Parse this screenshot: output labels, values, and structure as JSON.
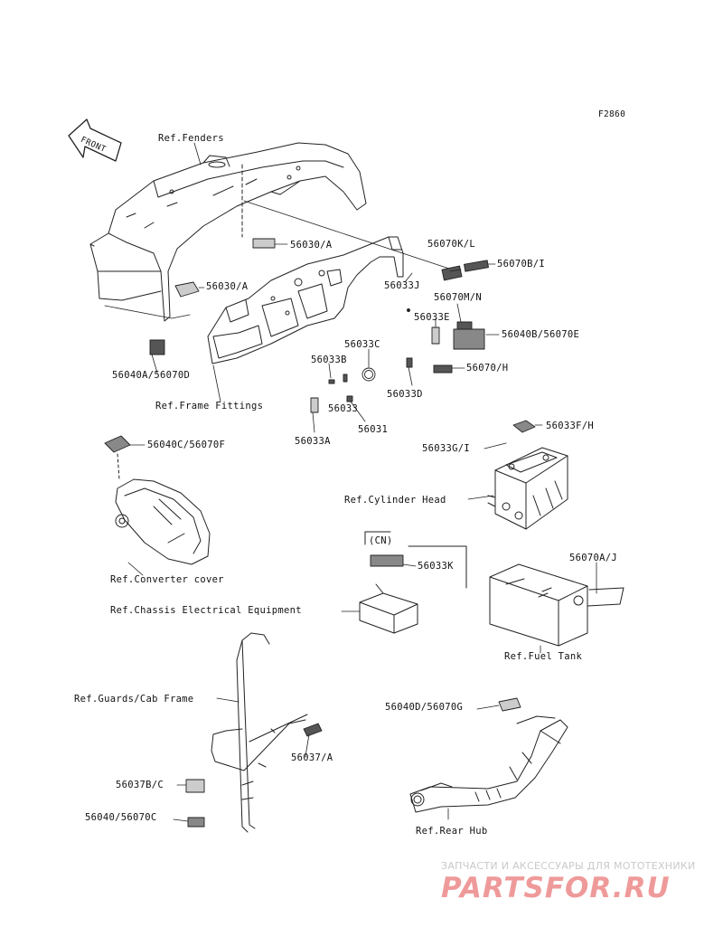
{
  "figure_code": "F2860",
  "front_arrow_text": "FRONT",
  "watermark": {
    "tagline": "ЗАПЧАСТИ И АКСЕССУАРЫ ДЛЯ МОТОТЕХНИКИ",
    "logo": "PARTSFOR.RU"
  },
  "labels": [
    "Ref.Fenders",
    "56030/A",
    "56030/A",
    "56070K/L",
    "56070B/I",
    "56033J",
    "56070M/N",
    "56033E",
    "56040B/56070E",
    "56033C",
    "56070/H",
    "56033B",
    "56033D",
    "56033",
    "56031",
    "56033A",
    "56040A/56070D",
    "Ref.Frame Fittings",
    "56040C/56070F",
    "56033F/H",
    "56033G/I",
    "Ref.Cylinder Head",
    "Ref.Converter cover",
    "(CN)",
    "56033K",
    "56070A/J",
    "Ref.Chassis Electrical Equipment",
    "Ref.Fuel Tank",
    "Ref.Guards/Cab Frame",
    "56040D/56070G",
    "56037/A",
    "56037B/C",
    "56040/56070C",
    "Ref.Rear Hub"
  ]
}
